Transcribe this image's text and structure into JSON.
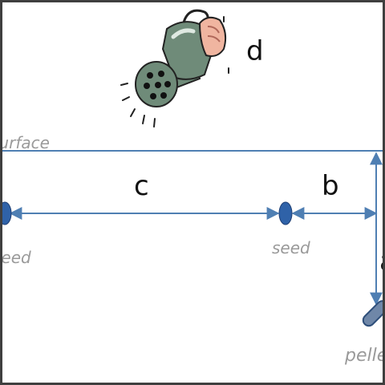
{
  "labels": {
    "surface": "surface",
    "seed_left": "seed",
    "seed_mid": "seed",
    "pellet": "pellet",
    "a": "a",
    "b": "b",
    "c": "c",
    "d": "d"
  },
  "colors": {
    "line": "#4f7fb3",
    "seed_fill": "#2f62a8",
    "pellet_fill": "#6f87a8",
    "handwriting": "#9a9a9a",
    "frame": "#3f3f3f",
    "can_body": "#6f8b79",
    "hand": "#f0b5a0"
  },
  "icons": {
    "watering_can": "watering-can-with-hand-icon"
  }
}
